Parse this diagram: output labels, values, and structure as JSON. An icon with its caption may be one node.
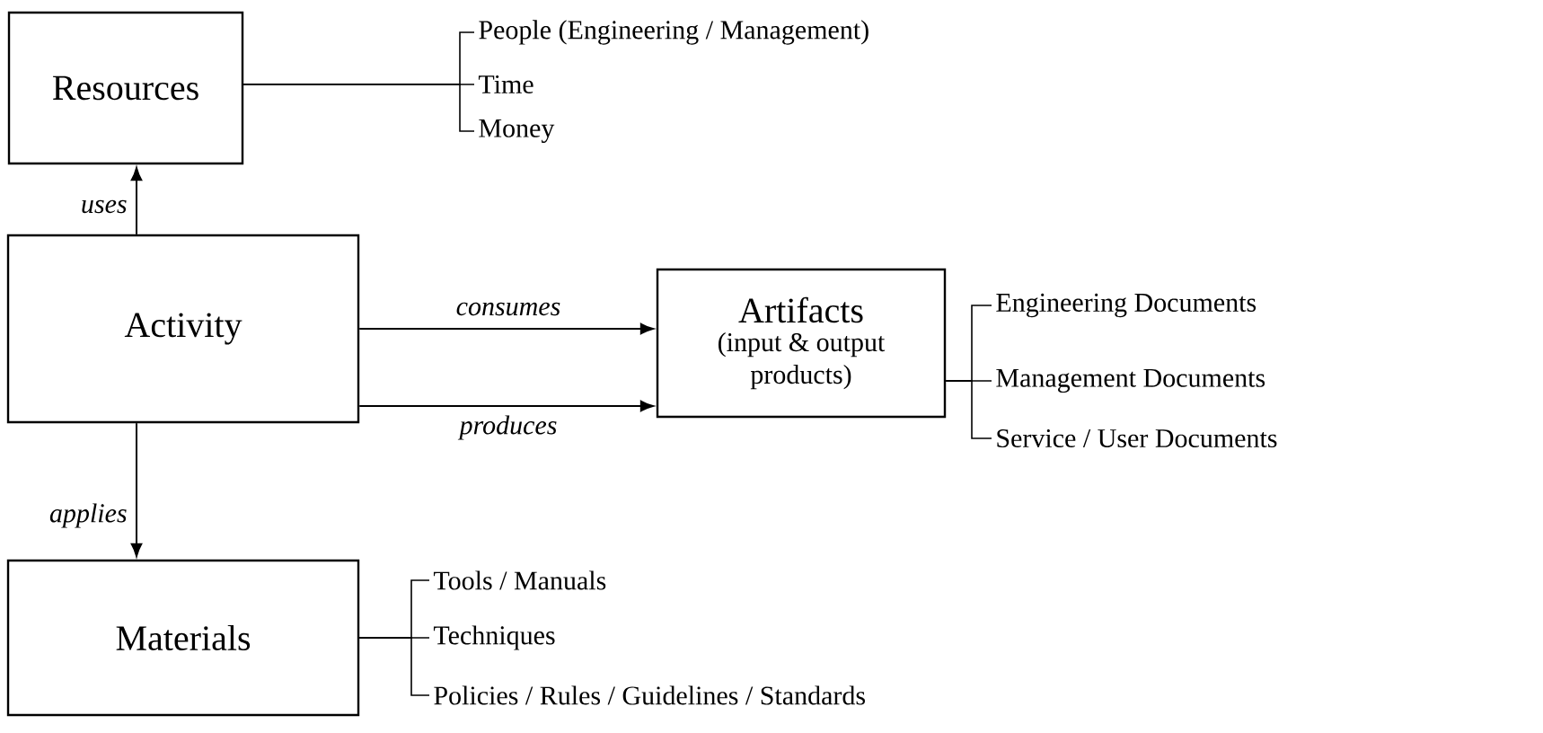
{
  "diagram": {
    "nodes": [
      {
        "text": [
          "Resources"
        ]
      },
      {
        "text": [
          "Activity"
        ]
      },
      {
        "text": [
          "Artifacts",
          "(input & output products)"
        ]
      },
      {
        "text": [
          "Materials"
        ]
      },
      {
        "text": [
          "People (Engineering / Management)"
        ]
      },
      {
        "text": [
          "Time"
        ]
      },
      {
        "text": [
          "Money"
        ]
      },
      {
        "text": [
          "Engineering Documents"
        ]
      },
      {
        "text": [
          "Management Documents"
        ]
      },
      {
        "text": [
          "Service / User Documents"
        ]
      },
      {
        "text": [
          "Tools / Manuals"
        ]
      },
      {
        "text": [
          "Techniques"
        ]
      },
      {
        "text": [
          "Policies / Rules / Guidelines / Standards"
        ]
      }
    ],
    "edges": [
      {
        "from": 1,
        "to": 0,
        "arrow": "to",
        "label": "uses"
      },
      {
        "from": 1,
        "to": 2,
        "arrow": "to",
        "label": "consumes"
      },
      {
        "from": 1,
        "to": 2,
        "arrow": "to",
        "label": "produces"
      },
      {
        "from": 1,
        "to": 3,
        "arrow": "to",
        "label": "applies"
      },
      {
        "from": 0,
        "to": 4,
        "arrow": "none"
      },
      {
        "from": 0,
        "to": 5,
        "arrow": "none"
      },
      {
        "from": 0,
        "to": 6,
        "arrow": "none"
      },
      {
        "from": 2,
        "to": 7,
        "arrow": "none"
      },
      {
        "from": 2,
        "to": 8,
        "arrow": "none"
      },
      {
        "from": 2,
        "to": 9,
        "arrow": "none"
      },
      {
        "from": 3,
        "to": 10,
        "arrow": "none"
      },
      {
        "from": 3,
        "to": 11,
        "arrow": "none"
      },
      {
        "from": 3,
        "to": 12,
        "arrow": "none"
      }
    ]
  }
}
